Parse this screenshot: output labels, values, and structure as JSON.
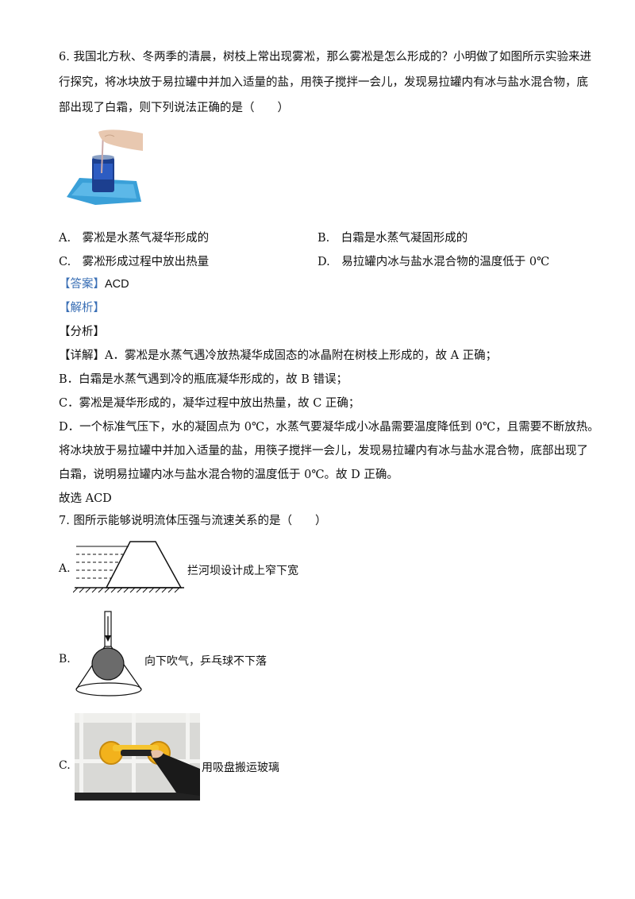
{
  "q6": {
    "lines": [
      "6. 我国北方秋、冬两季的清晨，树枝上常出现雾凇，那么雾凇是怎么形成的？小明做了如图所示实验来进",
      "行探究，将冰块放于易拉罐中并加入适量的盐，用筷子搅拌一会儿，发现易拉罐内有冰与盐水混合物，底",
      "部出现了白霜，则下列说法正确的是（　　）"
    ],
    "options": {
      "A": "A.　雾凇是水蒸气凝华形成的",
      "B": "B.　白霜是水蒸气凝固形成的",
      "C": "C.　雾凇形成过程中放出热量",
      "D": "D.　易拉罐内冰与盐水混合物的温度低于 0℃"
    },
    "answer_tag": "【答案】",
    "answer": "ACD",
    "analysis_tag": "【解析】",
    "fenxi": "【分析】",
    "detail": [
      "【详解】A．雾凇是水蒸气遇冷放热凝华成固态的冰晶附在树枝上形成的，故 A 正确；",
      "B．白霜是水蒸气遇到冷的瓶底凝华形成的，故 B 错误；",
      "C．雾凇是凝华形成的，凝华过程中放出热量，故 C 正确；",
      "D．一个标准气压下，水的凝固点为 0℃，水蒸气要凝华成小冰晶需要温度降低到 0℃，且需要不断放热。",
      "将冰块放于易拉罐中并加入适量的盐，用筷子搅拌一会儿，发现易拉罐内有冰与盐水混合物，底部出现了",
      "白霜，说明易拉罐内冰与盐水混合物的温度低于 0℃。故 D 正确。",
      "故选 ACD"
    ]
  },
  "q7": {
    "stem": "7. 图所示能够说明流体压强与流速关系的是（　　）",
    "options": [
      {
        "letter": "A.",
        "text": "拦河坝设计成上窄下宽"
      },
      {
        "letter": "B.",
        "text": "向下吹气，乒乓球不下落"
      },
      {
        "letter": "C.",
        "text": "用吸盘搬运玻璃"
      }
    ]
  }
}
